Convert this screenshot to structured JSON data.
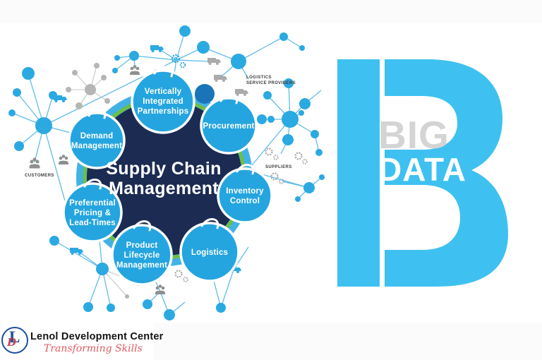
{
  "diagram": {
    "center": {
      "lines": [
        "Supply Chain",
        "Management"
      ]
    },
    "bubbles": [
      {
        "id": "vertically-integrated-partnerships",
        "lines": [
          "Vertically",
          "Integrated",
          "Partnerships"
        ]
      },
      {
        "id": "procurement",
        "lines": [
          "Procurement"
        ]
      },
      {
        "id": "inventory-control",
        "lines": [
          "Inventory",
          "Control"
        ]
      },
      {
        "id": "logistics",
        "lines": [
          "Logistics"
        ]
      },
      {
        "id": "product-lifecycle-management",
        "lines": [
          "Product",
          "Lifecycle",
          "Management"
        ]
      },
      {
        "id": "preferential-pricing-lead-times",
        "lines": [
          "Preferential",
          "Pricing &",
          "Lead-Times"
        ]
      },
      {
        "id": "demand-management",
        "lines": [
          "Demand",
          "Management"
        ]
      }
    ],
    "network_labels": {
      "customers": "CUSTOMERS",
      "logistics_line1": "LOGISTICS",
      "logistics_line2": "SERVICE PROVIDERS",
      "suppliers": "SUPPLIERS"
    }
  },
  "big_data": {
    "big": "BIG",
    "data": "DATA"
  },
  "footer": {
    "org": "Lenol Development Center",
    "tagline": "Transforming Skills",
    "monogram_l": "L",
    "monogram_d": "D"
  },
  "colors": {
    "bubble_blue": "#25a5df",
    "center_navy": "#1c2b52",
    "ring_green": "#6cbe45",
    "ring_light_blue": "#41b2e5",
    "accent_dark_blue": "#1a74b8",
    "big_b_blue": "#3ec1f0",
    "big_text_gray": "#d4d4d4",
    "node_blue": "#2ba9e1",
    "node_gray": "#b5b5b5",
    "logo_blue": "#1b4f9c",
    "logo_red": "#c4434e",
    "tagline_red": "#e05a62"
  }
}
